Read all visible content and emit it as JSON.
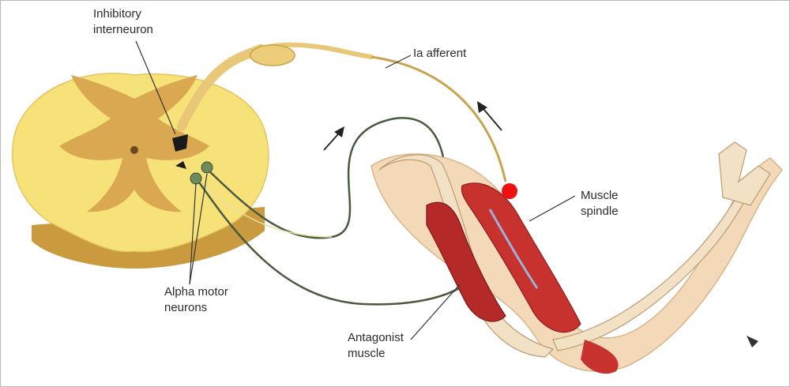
{
  "labels": {
    "inhibitory_interneuron": [
      "Inhibitory",
      "interneuron"
    ],
    "ia_afferent": "Ia afferent",
    "muscle_spindle": [
      "Muscle",
      "spindle"
    ],
    "alpha_motor_neurons": [
      "Alpha motor",
      "neurons"
    ],
    "antagonist_muscle": [
      "Antagonist",
      "muscle"
    ]
  },
  "colors": {
    "cord_white_matter": "#f7e27a",
    "cord_grey_matter": "#d9a850",
    "nerve_fiber": "#e8c878",
    "muscle": "#c7322f",
    "muscle_dark": "#8a1d1d",
    "bone": "#f3e1c6",
    "skin": "#f4d9b8",
    "stimulus_dot": "#ee1111",
    "leader_line": "#333333"
  }
}
